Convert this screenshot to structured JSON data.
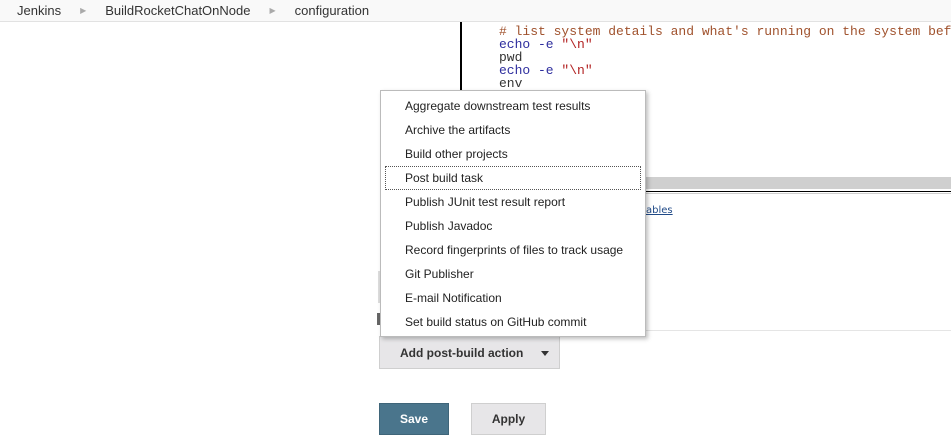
{
  "breadcrumb": {
    "items": [
      "Jenkins",
      "BuildRocketChatOnNode",
      "configuration"
    ],
    "separator_icon": "triangle-right-icon"
  },
  "code_editor": {
    "lines": [
      {
        "type": "comment",
        "text": "# list system details and what's running on the system bef"
      },
      {
        "type": "echo",
        "kw": "echo -e ",
        "str": "\"\\n\""
      },
      {
        "type": "plain",
        "text": "pwd"
      },
      {
        "type": "echo",
        "kw": "echo -e ",
        "str": "\"\\n\""
      },
      {
        "type": "plain",
        "text": "env"
      }
    ]
  },
  "env_link": {
    "label": "ables"
  },
  "menu": {
    "items": [
      "Aggregate downstream test results",
      "Archive the artifacts",
      "Build other projects",
      "Post build task",
      "Publish JUnit test result report",
      "Publish Javadoc",
      "Record fingerprints of files to track usage",
      "Git Publisher",
      "E-mail Notification",
      "Set build status on GitHub commit"
    ],
    "focused_index": 3
  },
  "buttons": {
    "add_post_build": "Add post-build action",
    "save": "Save",
    "apply": "Apply"
  },
  "colors": {
    "save_bg": "#4a758c",
    "button_bg": "#e7e6e8",
    "link": "#204a87"
  }
}
